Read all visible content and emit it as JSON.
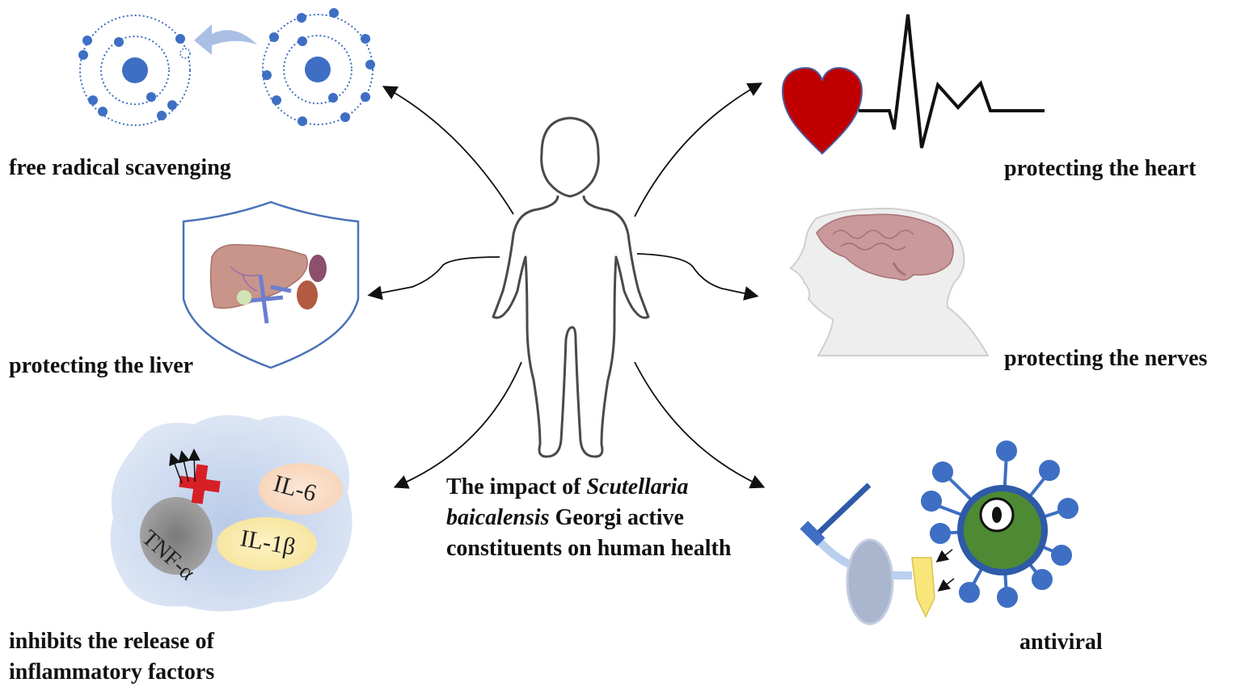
{
  "labels": {
    "free_radical": "free radical scavenging",
    "heart": "protecting the heart",
    "liver": "protecting the liver",
    "nerves": "protecting the nerves",
    "inflammation_line1": "inhibits the release of",
    "inflammation_line2": "inflammatory factors",
    "antiviral": "antiviral"
  },
  "center": {
    "part1": "The impact of ",
    "species": "Scutellaria baicalensis",
    "part2": " Georgi active constituents on human health"
  },
  "cytokines": {
    "il6": "IL-6",
    "il1b": "IL-1β",
    "tnfa": "TNF-α"
  },
  "colors": {
    "electron_blue": "#3e6fc4",
    "heart_red": "#c00000",
    "brain_pink": "#c9999b",
    "virus_green": "#4d8a33",
    "virus_ring": "#2e5aa8",
    "cross_red": "#d71f26",
    "shield_border": "#4a72b8"
  }
}
